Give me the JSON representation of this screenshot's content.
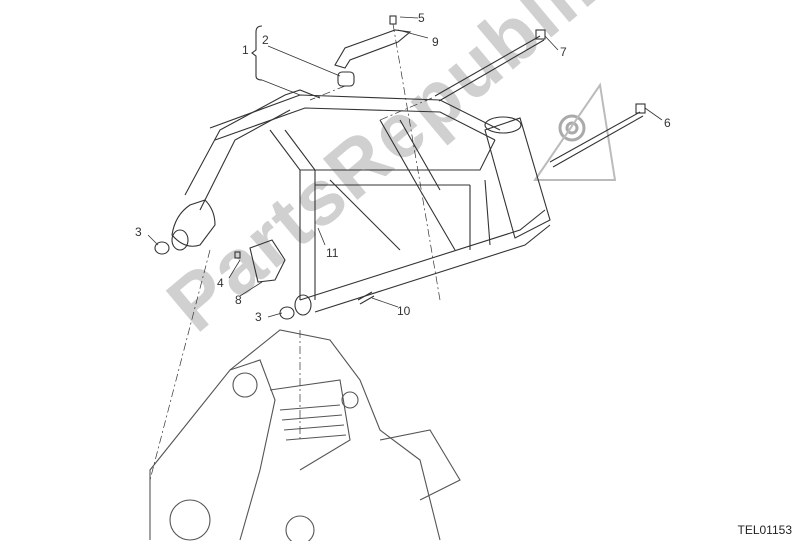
{
  "diagram": {
    "drawing_code": "TEL01153",
    "watermark": "PartsRepublik",
    "callouts": [
      {
        "id": "c1",
        "label": "1"
      },
      {
        "id": "c2",
        "label": "2"
      },
      {
        "id": "c3a",
        "label": "3"
      },
      {
        "id": "c3b",
        "label": "3"
      },
      {
        "id": "c4",
        "label": "4"
      },
      {
        "id": "c5",
        "label": "5"
      },
      {
        "id": "c6",
        "label": "6"
      },
      {
        "id": "c7",
        "label": "7"
      },
      {
        "id": "c8",
        "label": "8"
      },
      {
        "id": "c9",
        "label": "9"
      },
      {
        "id": "c10",
        "label": "10"
      },
      {
        "id": "c11",
        "label": "11"
      }
    ],
    "colors": {
      "line": "#333333",
      "watermark": "#9a9a9a"
    }
  }
}
